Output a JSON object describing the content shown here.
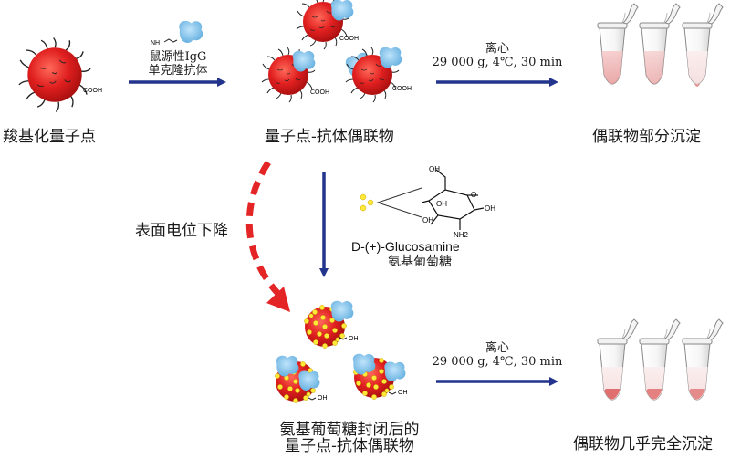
{
  "colors": {
    "qd_red": "#e01f1f",
    "antibody_blue": "#6bb8e6",
    "arrow_navy": "#22348c",
    "dashed_red": "#e32525",
    "glucosamine_yellow": "#ffe83a"
  },
  "labels": {
    "carboxyl_qd": "羧基化量子点",
    "antibody_line1": "鼠源性IgG",
    "antibody_line2": "单克隆抗体",
    "conjugate": "量子点-抗体偶联物",
    "centrifuge1_line1": "离心",
    "centrifuge1_line2": "29 000 g, 4℃, 30  min",
    "partial_precip": "偶联物部分沉淀",
    "surface_potential": "表面电位下降",
    "glucosamine_en": "D-(+)-Glucosamine",
    "glucosamine_cn": "氨基葡萄糖",
    "blocked_line1": "氨基葡萄糖封闭后的",
    "blocked_line2": "量子点-抗体偶联物",
    "centrifuge2_line1": "离心",
    "centrifuge2_line2": "29 000 g, 4℃, 30  min",
    "complete_precip": "偶联物几乎完全沉淀"
  },
  "chem": {
    "cooh": "COOH",
    "nh": "NH",
    "oh": "OH",
    "nh2": "NH2",
    "o": "O"
  }
}
